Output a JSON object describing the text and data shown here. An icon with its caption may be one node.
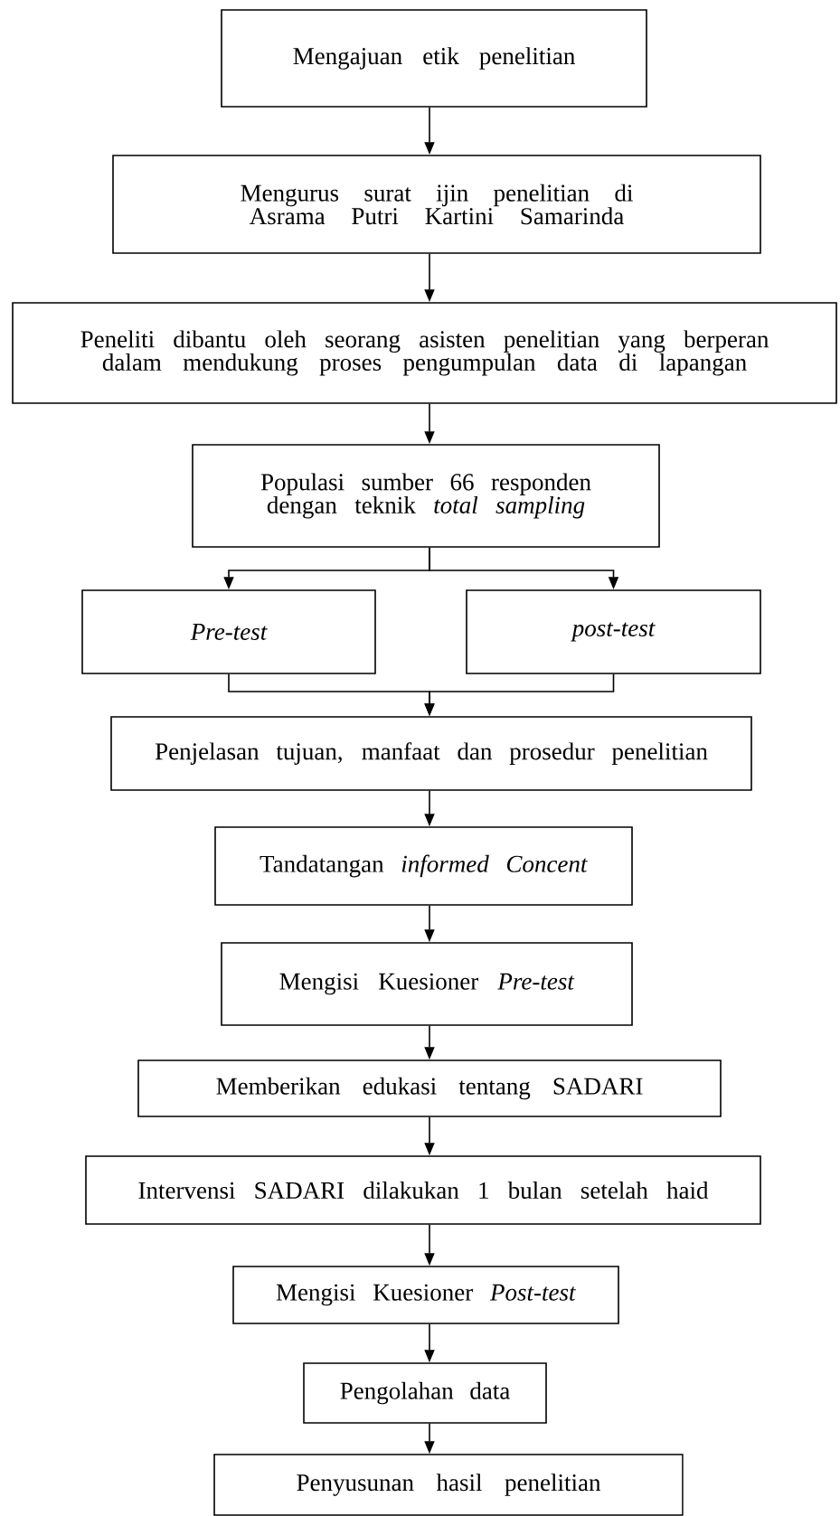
{
  "diagram": {
    "nodes": [
      {
        "text": [
          "Mengajuan etik penelitian"
        ]
      },
      {
        "text": [
          "Mengurus surat ijin penelitian di Asrama Putri Kartini Samarinda"
        ]
      },
      {
        "text": [
          "Peneliti dibantu oleh seorang asisten penelitian yang berperan dalam mendukung proses pengumpulan data di lapangan"
        ]
      },
      {
        "text": [
          "Populasi sumber 66 responden dengan teknik *total sampling*"
        ]
      },
      {
        "text": [
          "Pre-test"
        ]
      },
      {
        "text": [
          "post-test"
        ]
      },
      {
        "text": [
          "Penjelasan tujuan, manfaat dan prosedur penelitian"
        ]
      },
      {
        "text": [
          "Tandatangan *informed Concent*"
        ]
      },
      {
        "text": [
          "Mengisi Kuesioner *Pre-test*"
        ]
      },
      {
        "text": [
          "Memberikan edukasi tentang SADARI"
        ]
      },
      {
        "text": [
          "Intervensi SADARI dilakukan 1 bulan setelah haid"
        ]
      },
      {
        "text": [
          "Mengisi Kuesioner *Post-test*"
        ]
      },
      {
        "text": [
          "Pengolahan data"
        ]
      },
      {
        "text": [
          "Penyusunan hasil penelitian"
        ]
      }
    ],
    "edges": [
      {
        "from": 0,
        "to": 1,
        "arrow": "to"
      },
      {
        "from": 1,
        "to": 2,
        "arrow": "to"
      },
      {
        "from": 2,
        "to": 3,
        "arrow": "to"
      },
      {
        "from": 3,
        "to": 4,
        "arrow": "to"
      },
      {
        "from": 3,
        "to": 5,
        "arrow": "to"
      },
      {
        "from": 4,
        "to": 6,
        "arrow": "to"
      },
      {
        "from": 5,
        "to": 6,
        "arrow": "to"
      },
      {
        "from": 6,
        "to": 7,
        "arrow": "to"
      },
      {
        "from": 7,
        "to": 8,
        "arrow": "to"
      },
      {
        "from": 8,
        "to": 9,
        "arrow": "to"
      },
      {
        "from": 9,
        "to": 10,
        "arrow": "to"
      },
      {
        "from": 10,
        "to": 11,
        "arrow": "to"
      },
      {
        "from": 11,
        "to": 12,
        "arrow": "to"
      },
      {
        "from": 12,
        "to": 13,
        "arrow": "to"
      }
    ]
  }
}
